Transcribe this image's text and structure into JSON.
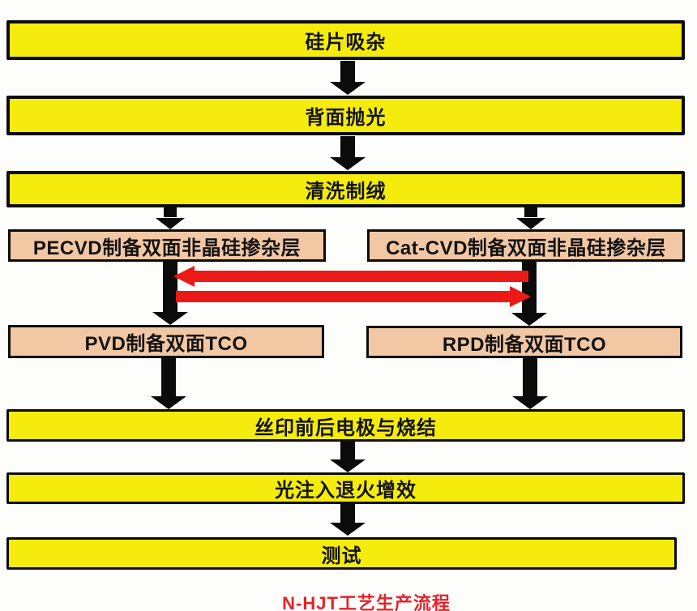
{
  "diagram": {
    "caption": "N-HJT工艺生产流程",
    "steps": {
      "gettering": "硅片吸杂",
      "back_polishing": "背面抛光",
      "cleaning_texturing": "清洗制绒",
      "pecvd": "PECVD制备双面非晶硅掺杂层",
      "cat_cvd": "Cat-CVD制备双面非晶硅掺杂层",
      "pvd_tco": "PVD制备双面TCO",
      "rpd_tco": "RPD制备双面TCO",
      "screen_printing": "丝印前后电极与烧结",
      "light_soaking": "光注入退火增效",
      "testing": "测试"
    },
    "colors": {
      "process_bar_fill": "#f5eb0c",
      "branch_box_fill": "#f2c7a4",
      "outline_black": "#0c0c0c",
      "exchange_arrow_red": "#ec1a17",
      "caption_red": "#e62329"
    }
  }
}
